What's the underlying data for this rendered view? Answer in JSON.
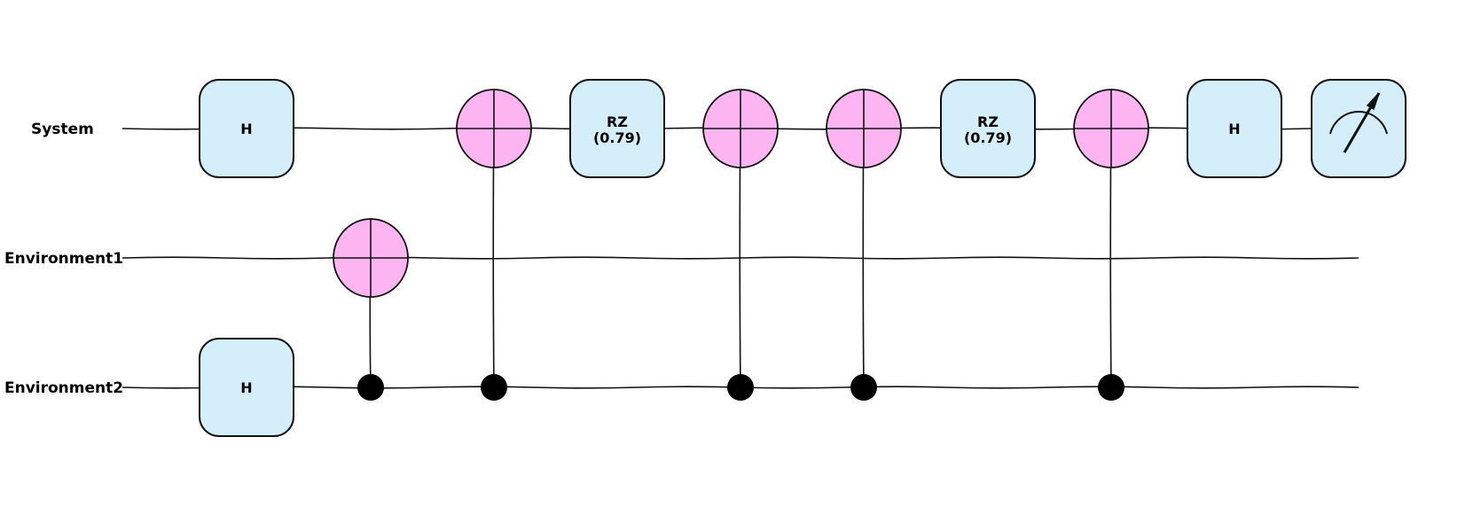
{
  "diagram": {
    "type": "quantum-circuit",
    "colors": {
      "gate_fill": "#d4eefa",
      "target_fill": "#fdb5f2",
      "stroke": "#111111",
      "control": "#000000"
    },
    "qubits": [
      {
        "id": "q0",
        "label": "System"
      },
      {
        "id": "q1",
        "label": "Environment1"
      },
      {
        "id": "q2",
        "label": "Environment2"
      }
    ],
    "operations": [
      {
        "kind": "gate",
        "qubit": 0,
        "label": "H"
      },
      {
        "kind": "gate",
        "qubit": 2,
        "label": "H"
      },
      {
        "kind": "cnot",
        "control": 2,
        "target": 1
      },
      {
        "kind": "cnot",
        "control": 2,
        "target": 0
      },
      {
        "kind": "gate",
        "qubit": 0,
        "label": "RZ",
        "param": "(0.79)"
      },
      {
        "kind": "cnot",
        "control": 2,
        "target": 0
      },
      {
        "kind": "cnot",
        "control": 2,
        "target": 0
      },
      {
        "kind": "gate",
        "qubit": 0,
        "label": "RZ",
        "param": "(0.79)"
      },
      {
        "kind": "cnot",
        "control": 2,
        "target": 0
      },
      {
        "kind": "gate",
        "qubit": 0,
        "label": "H"
      },
      {
        "kind": "measure",
        "qubit": 0,
        "icon": "meter-icon"
      }
    ]
  }
}
